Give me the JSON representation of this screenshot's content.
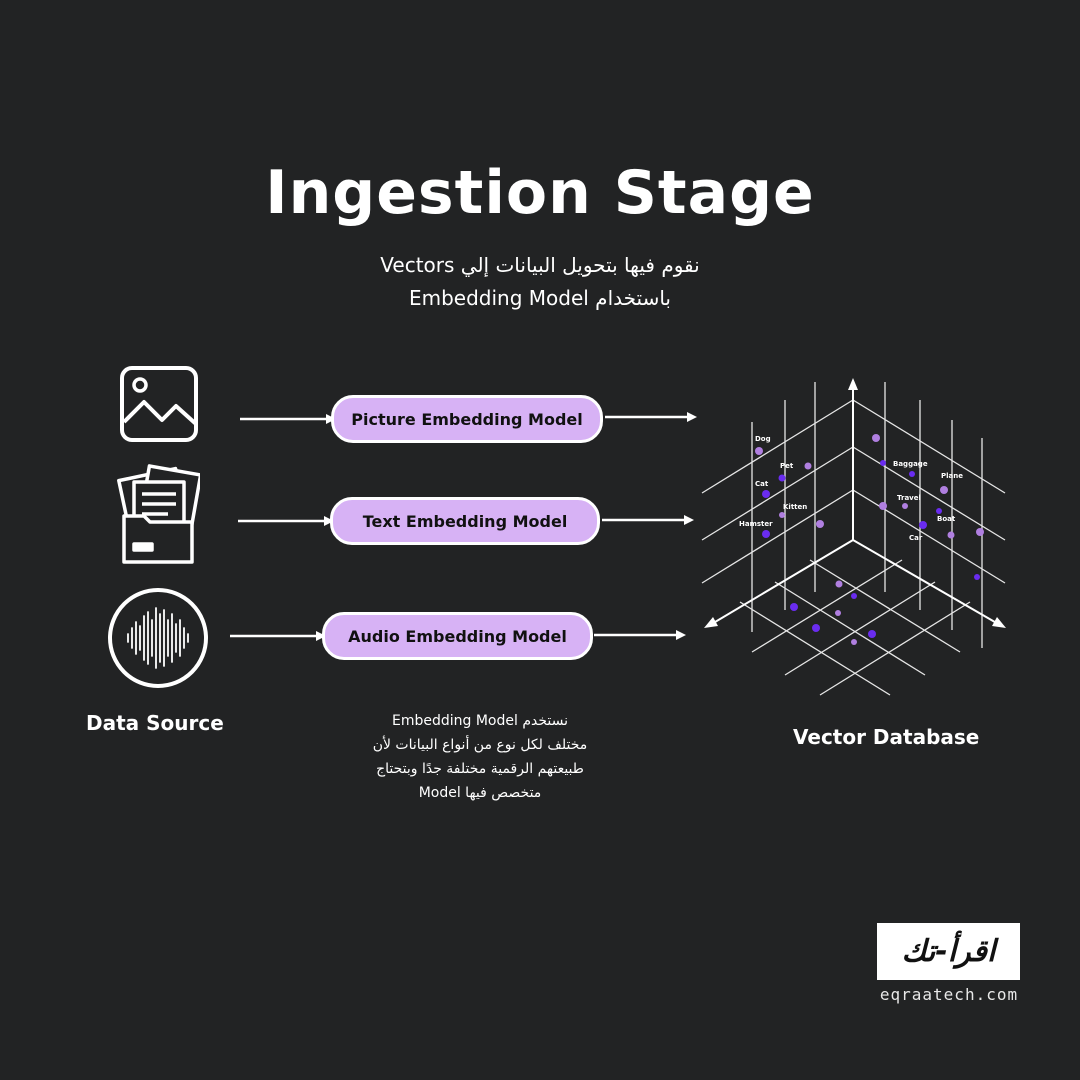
{
  "title": "Ingestion Stage",
  "subtitle_line1": "نقوم فيها بتحويل البيانات إلي Vectors",
  "subtitle_line2": "باستخدام Embedding Model",
  "sources": {
    "image_icon": "image-icon",
    "document_icon": "document-folder-icon",
    "audio_icon": "audio-wave-icon",
    "label": "Data Source"
  },
  "models": {
    "picture": "Picture Embedding Model",
    "text": "Text Embedding Model",
    "audio": "Audio Embedding Model"
  },
  "note": {
    "line1": "نستخدم Embedding Model",
    "line2": "مختلف لكل نوع من أنواع البيانات لأن",
    "line3": "طبيعتهم الرقمية مختلفة جدًا وبتحتاج",
    "line4": "Model متخصص فيها"
  },
  "vector_db": {
    "label": "Vector Database",
    "point_labels": {
      "dog": "Dog",
      "pet": "Pet",
      "cat": "Cat",
      "kitten": "Kitten",
      "hamster": "Hamster",
      "baggage": "Baggage",
      "plane": "Plane",
      "travel": "Travel",
      "boat": "Boat",
      "car": "Car"
    },
    "colors": {
      "light_point": "#b07fe0",
      "dark_point": "#6a2cf0"
    }
  },
  "brand": {
    "logo": "اقرأ-تك",
    "site": "eqraatech.com"
  },
  "colors": {
    "background": "#222324",
    "pill": "#d7b2f5"
  }
}
